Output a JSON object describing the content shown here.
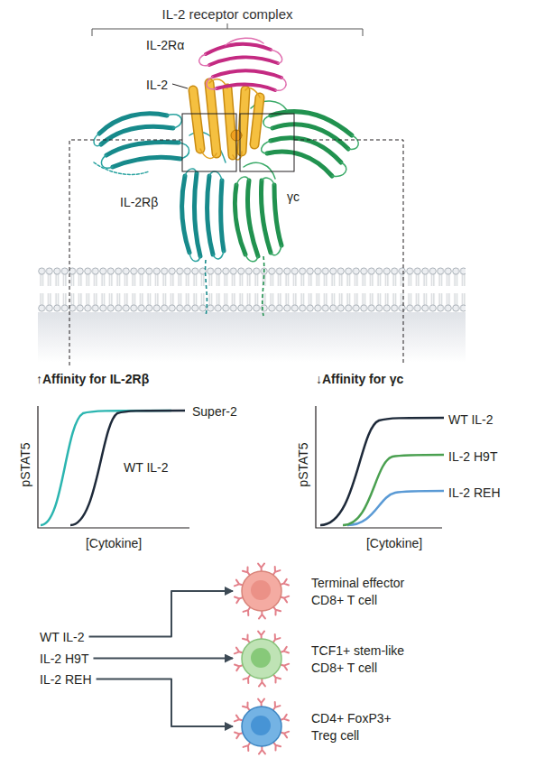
{
  "diagram": {
    "title": "IL-2 receptor complex",
    "nodes": [
      {
        "text": [
          "WT IL-2"
        ]
      },
      {
        "text": [
          "IL-2 H9T"
        ]
      },
      {
        "text": [
          "IL-2 REH"
        ]
      },
      {
        "text": [
          "Terminal effector CD8+ T cell"
        ]
      },
      {
        "text": [
          "TCF1+ stem-like CD8+ T cell"
        ]
      },
      {
        "text": [
          "CD4+ FoxP3+ Treg cell"
        ]
      }
    ],
    "edges": [
      {
        "from": 0,
        "to": 3,
        "arrow": "to"
      },
      {
        "from": 1,
        "to": 4,
        "arrow": "to"
      },
      {
        "from": 2,
        "to": 5,
        "arrow": "to"
      }
    ],
    "labels": [
      "IL-2Rα",
      "IL-2",
      "IL-2Rβ",
      "γc",
      "↑Affinity for IL-2Rβ",
      "↓Affinity for γc",
      "pSTAT5",
      "[Cytokine]",
      "Super-2",
      "WT IL-2",
      "pSTAT5",
      "[Cytokine]",
      "WT IL-2",
      "IL-2 H9T",
      "IL-2 REH"
    ]
  }
}
